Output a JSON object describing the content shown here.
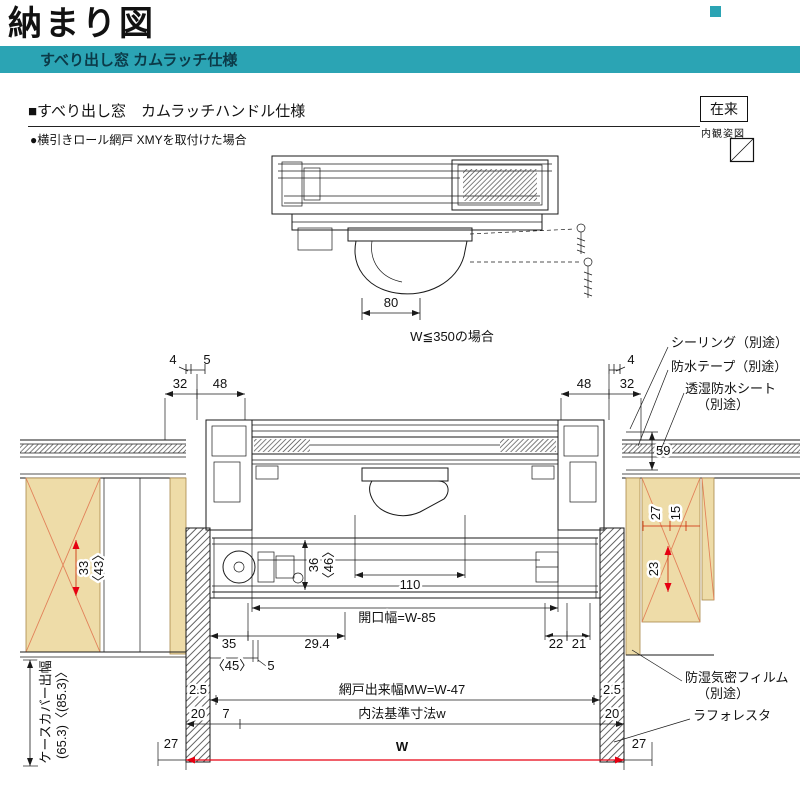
{
  "page": {
    "title": "納まり図",
    "band_title": "すべり出し窓 カムラッチ仕様",
    "section_heading": "■すべり出し窓　カムラッチハンドル仕様",
    "note": "●横引きロール網戸 XMYを取付けた場合",
    "legend": {
      "tag": "在来",
      "caption": "内観姿図"
    }
  },
  "top_drawing": {
    "dim80": "80",
    "case_note": "W≦350の場合"
  },
  "dims": {
    "tl4": "4",
    "tl5": "5",
    "tl32": "32",
    "tl48": "48",
    "tr48": "48",
    "tr4": "4",
    "tr32": "32",
    "r59": "59",
    "r27": "27",
    "r15": "15",
    "r23": "23",
    "l33": "33",
    "l43": "〈43〉",
    "m36": "36",
    "m46": "〈46〉",
    "m110": "110",
    "opening": "開口幅=W-85",
    "b35": "35",
    "b45": "〈45〉",
    "b5": "5",
    "b294": "29.4",
    "b22": "22",
    "b21": "21",
    "c25l": "2.5",
    "c25r": "2.5",
    "screen_width": "網戸出来幅MW=W-47",
    "c20l": "20",
    "c7": "7",
    "inner_width": "内法基準寸法w",
    "c20r": "20",
    "c27l": "27",
    "overall": "W",
    "c27r": "27"
  },
  "labels": {
    "sealing": "シーリング（別途）",
    "tape": "防水テープ（別途）",
    "sheet1": "透湿防水シート",
    "sheet2": "（別途）",
    "film1": "防湿気密フィルム",
    "film2": "（別途）",
    "laforesta": "ラフォレスタ",
    "case1": "ケースカバー出幅",
    "case2": "(65.3)〈(85.3)〉"
  },
  "colors": {
    "teal": "#2ba4b4",
    "red": "#e60012",
    "wood": "#eedca8"
  }
}
